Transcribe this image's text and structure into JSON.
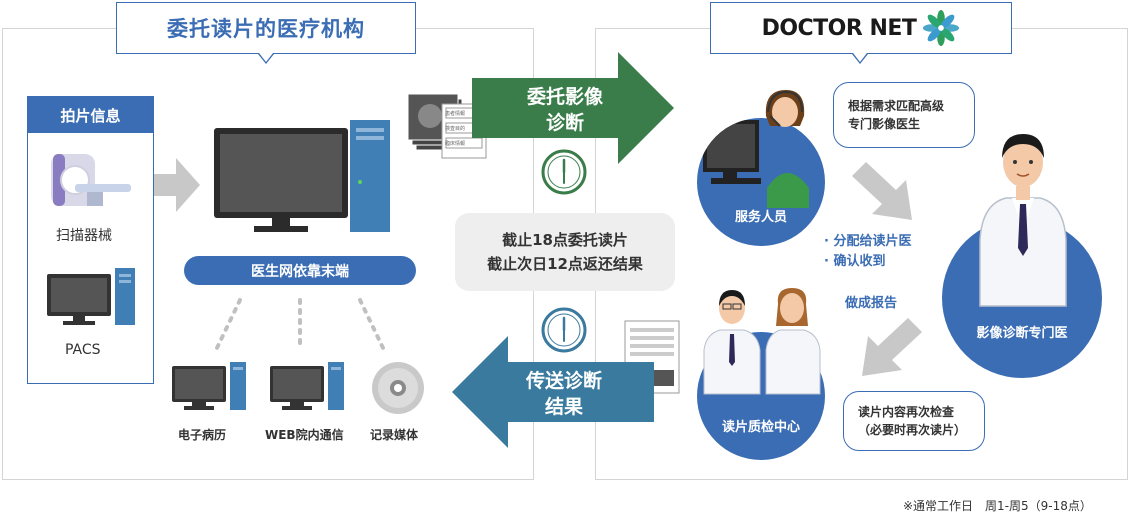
{
  "left": {
    "title": "委托读片的医疗机构",
    "info_header": "拍片信息",
    "scanner_label": "扫描器械",
    "pacs_label": "PACS",
    "terminal_label": "医生网依靠末端",
    "outputs": [
      {
        "label": "电子病历"
      },
      {
        "label": "WEB院内通信"
      },
      {
        "label": "记录媒体"
      }
    ]
  },
  "right": {
    "logo_text": "DOCTOR NET",
    "service_label": "服务人员",
    "service_bubble": [
      "根据需求匹配高级",
      "专门影像医生"
    ],
    "assign_steps": [
      "· 分配给读片医",
      "· 确认收到"
    ],
    "make_report": "做成报告",
    "radiologist_label": "影像诊断专门医",
    "qc_label": "读片质检中心",
    "qc_bubble": [
      "读片内容再次检查",
      "（必要时再次读片）"
    ]
  },
  "flow": {
    "request_arrow": [
      "委托影像",
      "诊断"
    ],
    "deadline": [
      "截止18点委托读片",
      "截止次日12点返还结果"
    ],
    "result_arrow": [
      "传送诊断",
      "结果"
    ],
    "doc_lines": [
      "患者情報",
      "検査目的",
      "臨床情報"
    ]
  },
  "footnote": "※通常工作日　周1-周5（9-18点）",
  "colors": {
    "primary_blue": "#3b6db4",
    "green_arrow": "#3a7d4a",
    "blue_arrow": "#3a7a9e",
    "gray_arrow": "#c8c8c8"
  }
}
